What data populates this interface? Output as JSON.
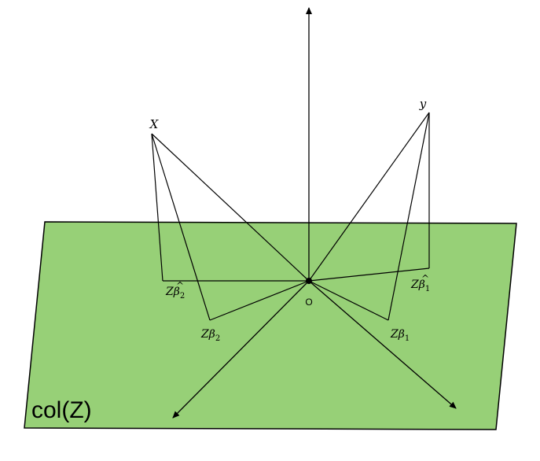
{
  "plane": {
    "label": "col(Z)",
    "fill": "#97d077",
    "stroke": "#000000"
  },
  "origin": {
    "label": "O"
  },
  "vectors": {
    "x": {
      "label": "X"
    },
    "y": {
      "label": "y"
    }
  },
  "projections": {
    "z_beta_hat_2": {
      "base": "Z",
      "symbol": "β",
      "hat": "^",
      "sub": "2"
    },
    "z_beta_2": {
      "base": "Z",
      "symbol": "β",
      "sub": "2"
    },
    "z_beta_hat_1": {
      "base": "Z",
      "symbol": "β",
      "hat": "^",
      "sub": "1"
    },
    "z_beta_1": {
      "base": "Z",
      "symbol": "β",
      "sub": "1"
    }
  }
}
